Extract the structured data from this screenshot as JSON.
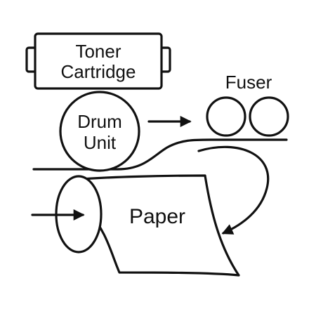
{
  "toner_cartridge": {
    "label_line1": "Toner",
    "label_line2": "Cartridge"
  },
  "drum_unit": {
    "label_line1": "Drum",
    "label_line2": "Unit"
  },
  "fuser": {
    "label": "Fuser"
  },
  "paper": {
    "label": "Paper"
  },
  "colors": {
    "stroke": "#111111",
    "background": "#ffffff"
  }
}
